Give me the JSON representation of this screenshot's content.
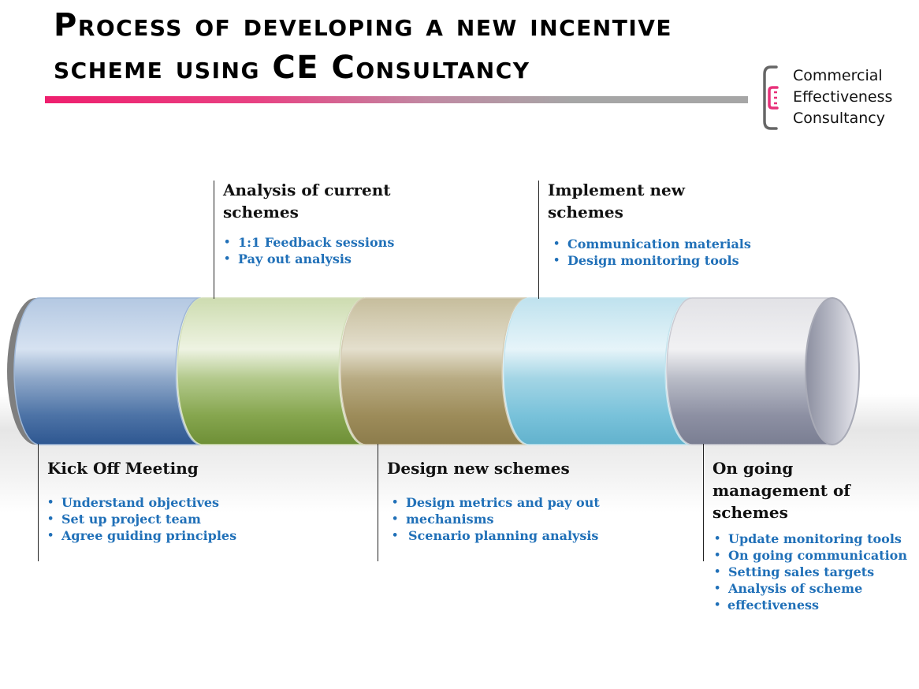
{
  "title": {
    "line1": "Process of developing a new incentive",
    "line2": "scheme using CE Consultancy"
  },
  "logo": {
    "line1": "Commercial",
    "line2": "Effectiveness",
    "line3": "Consultancy",
    "colors": {
      "outer": "#666666",
      "inner": "#e8317a"
    }
  },
  "stages": [
    {
      "heading": [
        "Kick Off Meeting"
      ],
      "bullets": [
        "Understand objectives",
        "Set up project team",
        "Agree guiding principles"
      ]
    },
    {
      "heading": [
        "Analysis of current",
        "schemes"
      ],
      "bullets": [
        "1:1 Feedback sessions",
        "Pay out analysis"
      ]
    },
    {
      "heading": [
        "Design new schemes"
      ],
      "bullets": [
        "Design metrics and pay   out",
        "mechanisms",
        "Scenario planning analysis"
      ]
    },
    {
      "heading": [
        "Implement new",
        "schemes"
      ],
      "bullets": [
        "Communication materials",
        "Design monitoring tools"
      ]
    },
    {
      "heading": [
        "On going",
        "management of",
        "schemes"
      ],
      "bullets": [
        "Update monitoring tools",
        "On going communication",
        "Setting sales targets",
        "Analysis of scheme",
        "effectiveness"
      ]
    }
  ],
  "colors": {
    "title_rule_start": "#ee1f6e",
    "title_rule_end": "#a6a6a6",
    "bullet_text": "#2070b8",
    "segments": [
      "#3e6499",
      "#7e9e45",
      "#9a8a5a",
      "#73bfd6",
      "#8a8ea2"
    ]
  }
}
